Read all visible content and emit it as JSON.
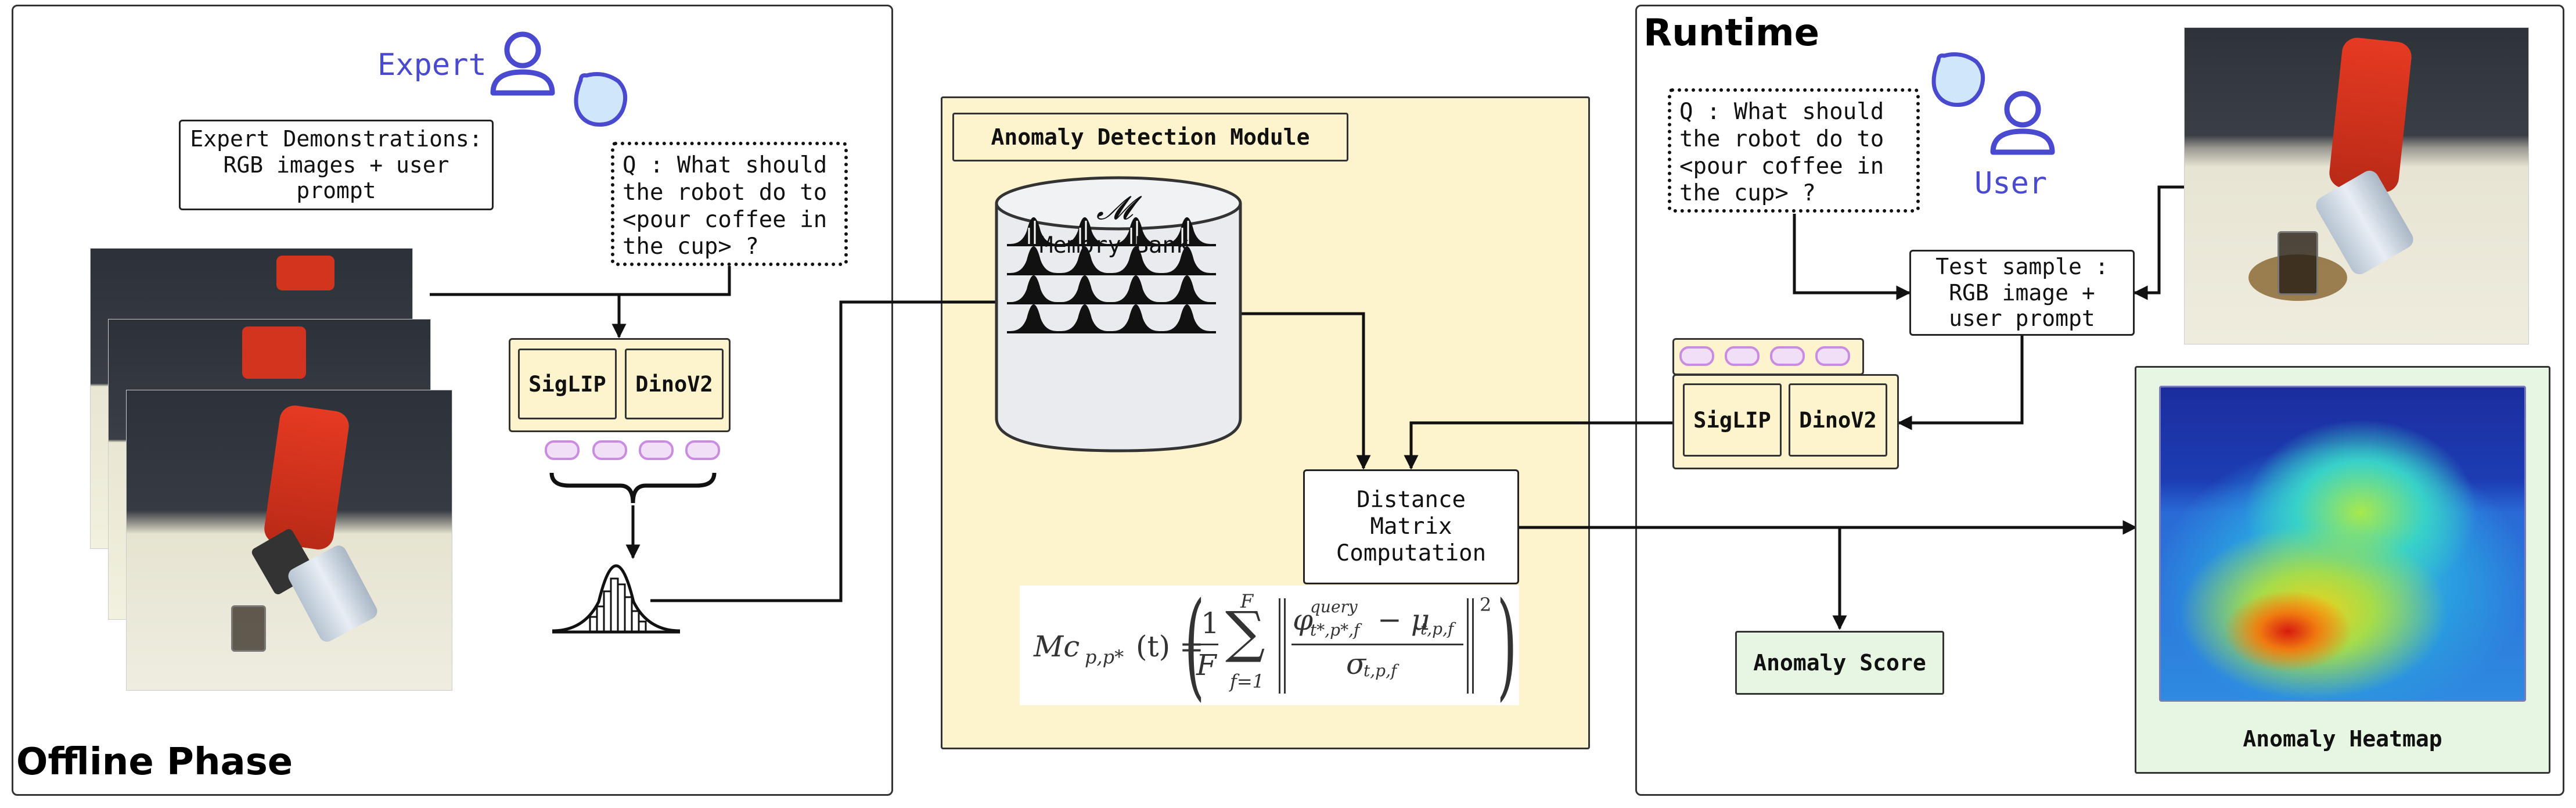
{
  "offline": {
    "title": "Offline Phase",
    "expert_label": "Expert",
    "demos_text": "Expert Demonstrations:\nRGB images + user prompt",
    "question": "Q : What should\nthe robot do to\n<pour coffee in\nthe cup> ?",
    "encoders": [
      "SigLIP",
      "DinoV2"
    ]
  },
  "module": {
    "title": "Anomaly Detection Module",
    "memory_symbol": "𝓜",
    "memory_label": "Memory Bank",
    "distance_text": "Distance\nMatrix\nComputation",
    "formula": {
      "lhs": "Mc",
      "lhs_sub": "p,p*",
      "lhs_arg": "(t) =",
      "frac_num": "1",
      "frac_den": "F",
      "sum_top": "F",
      "sum_bottom": "f=1",
      "phi": "φ",
      "phi_sup": "query",
      "phi_sub": "t*,p*,f",
      "minus_mu": "− μ",
      "mu_sub": "t,p,f",
      "sigma": "σ",
      "sigma_sub": "t,p,f",
      "power": "2"
    }
  },
  "runtime": {
    "title": "Runtime",
    "user_label": "User",
    "question": "Q : What should\nthe robot do to\n<pour coffee in\nthe cup> ?",
    "test_sample": "Test sample :\nRGB image +\nuser prompt",
    "encoders": [
      "SigLIP",
      "DinoV2"
    ],
    "anomaly_score": "Anomaly Score",
    "anomaly_heatmap": "Anomaly Heatmap"
  },
  "colors": {
    "accent_blue": "#4a4ad0",
    "yellow_fill": "#fdf3cc",
    "green_fill": "#e6f6e2",
    "token_pink": "#c98ce0"
  }
}
